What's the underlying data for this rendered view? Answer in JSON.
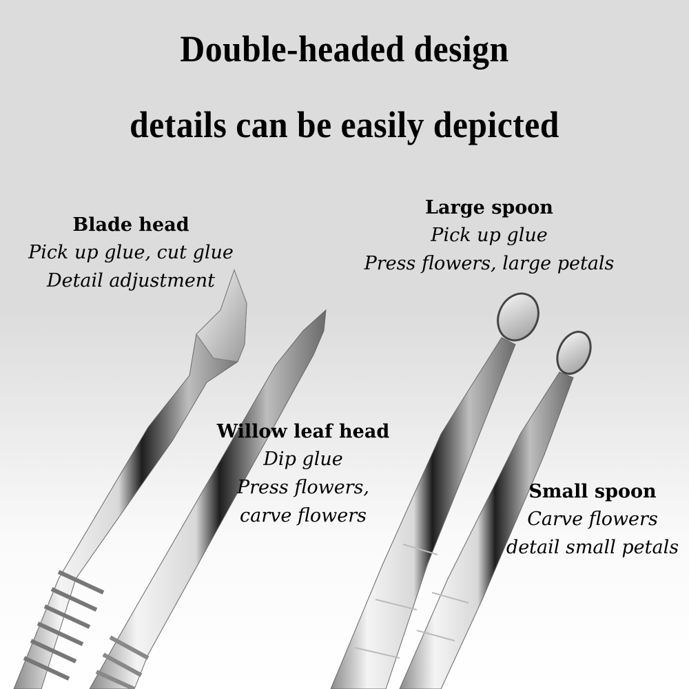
{
  "headline": {
    "line1": "Double-headed design",
    "line2": "details can be easily depicted"
  },
  "tools": [
    {
      "name": "Blade head",
      "descriptions": [
        "Pick up glue, cut glue",
        "Detail adjustment"
      ]
    },
    {
      "name": "Willow leaf head",
      "descriptions": [
        "Dip glue",
        "Press flowers,",
        "carve flowers"
      ]
    },
    {
      "name": "Large spoon",
      "descriptions": [
        "Pick up glue",
        "Press flowers, large petals"
      ]
    },
    {
      "name": "Small spoon",
      "descriptions": [
        "Carve flowers",
        "detail small petals"
      ]
    }
  ],
  "colors": {
    "background_top": "#dcdcdc",
    "background_bottom": "#ffffff",
    "text": "#000000",
    "steel_light": "#f2f2f2",
    "steel_dark": "#1e1e1e"
  }
}
